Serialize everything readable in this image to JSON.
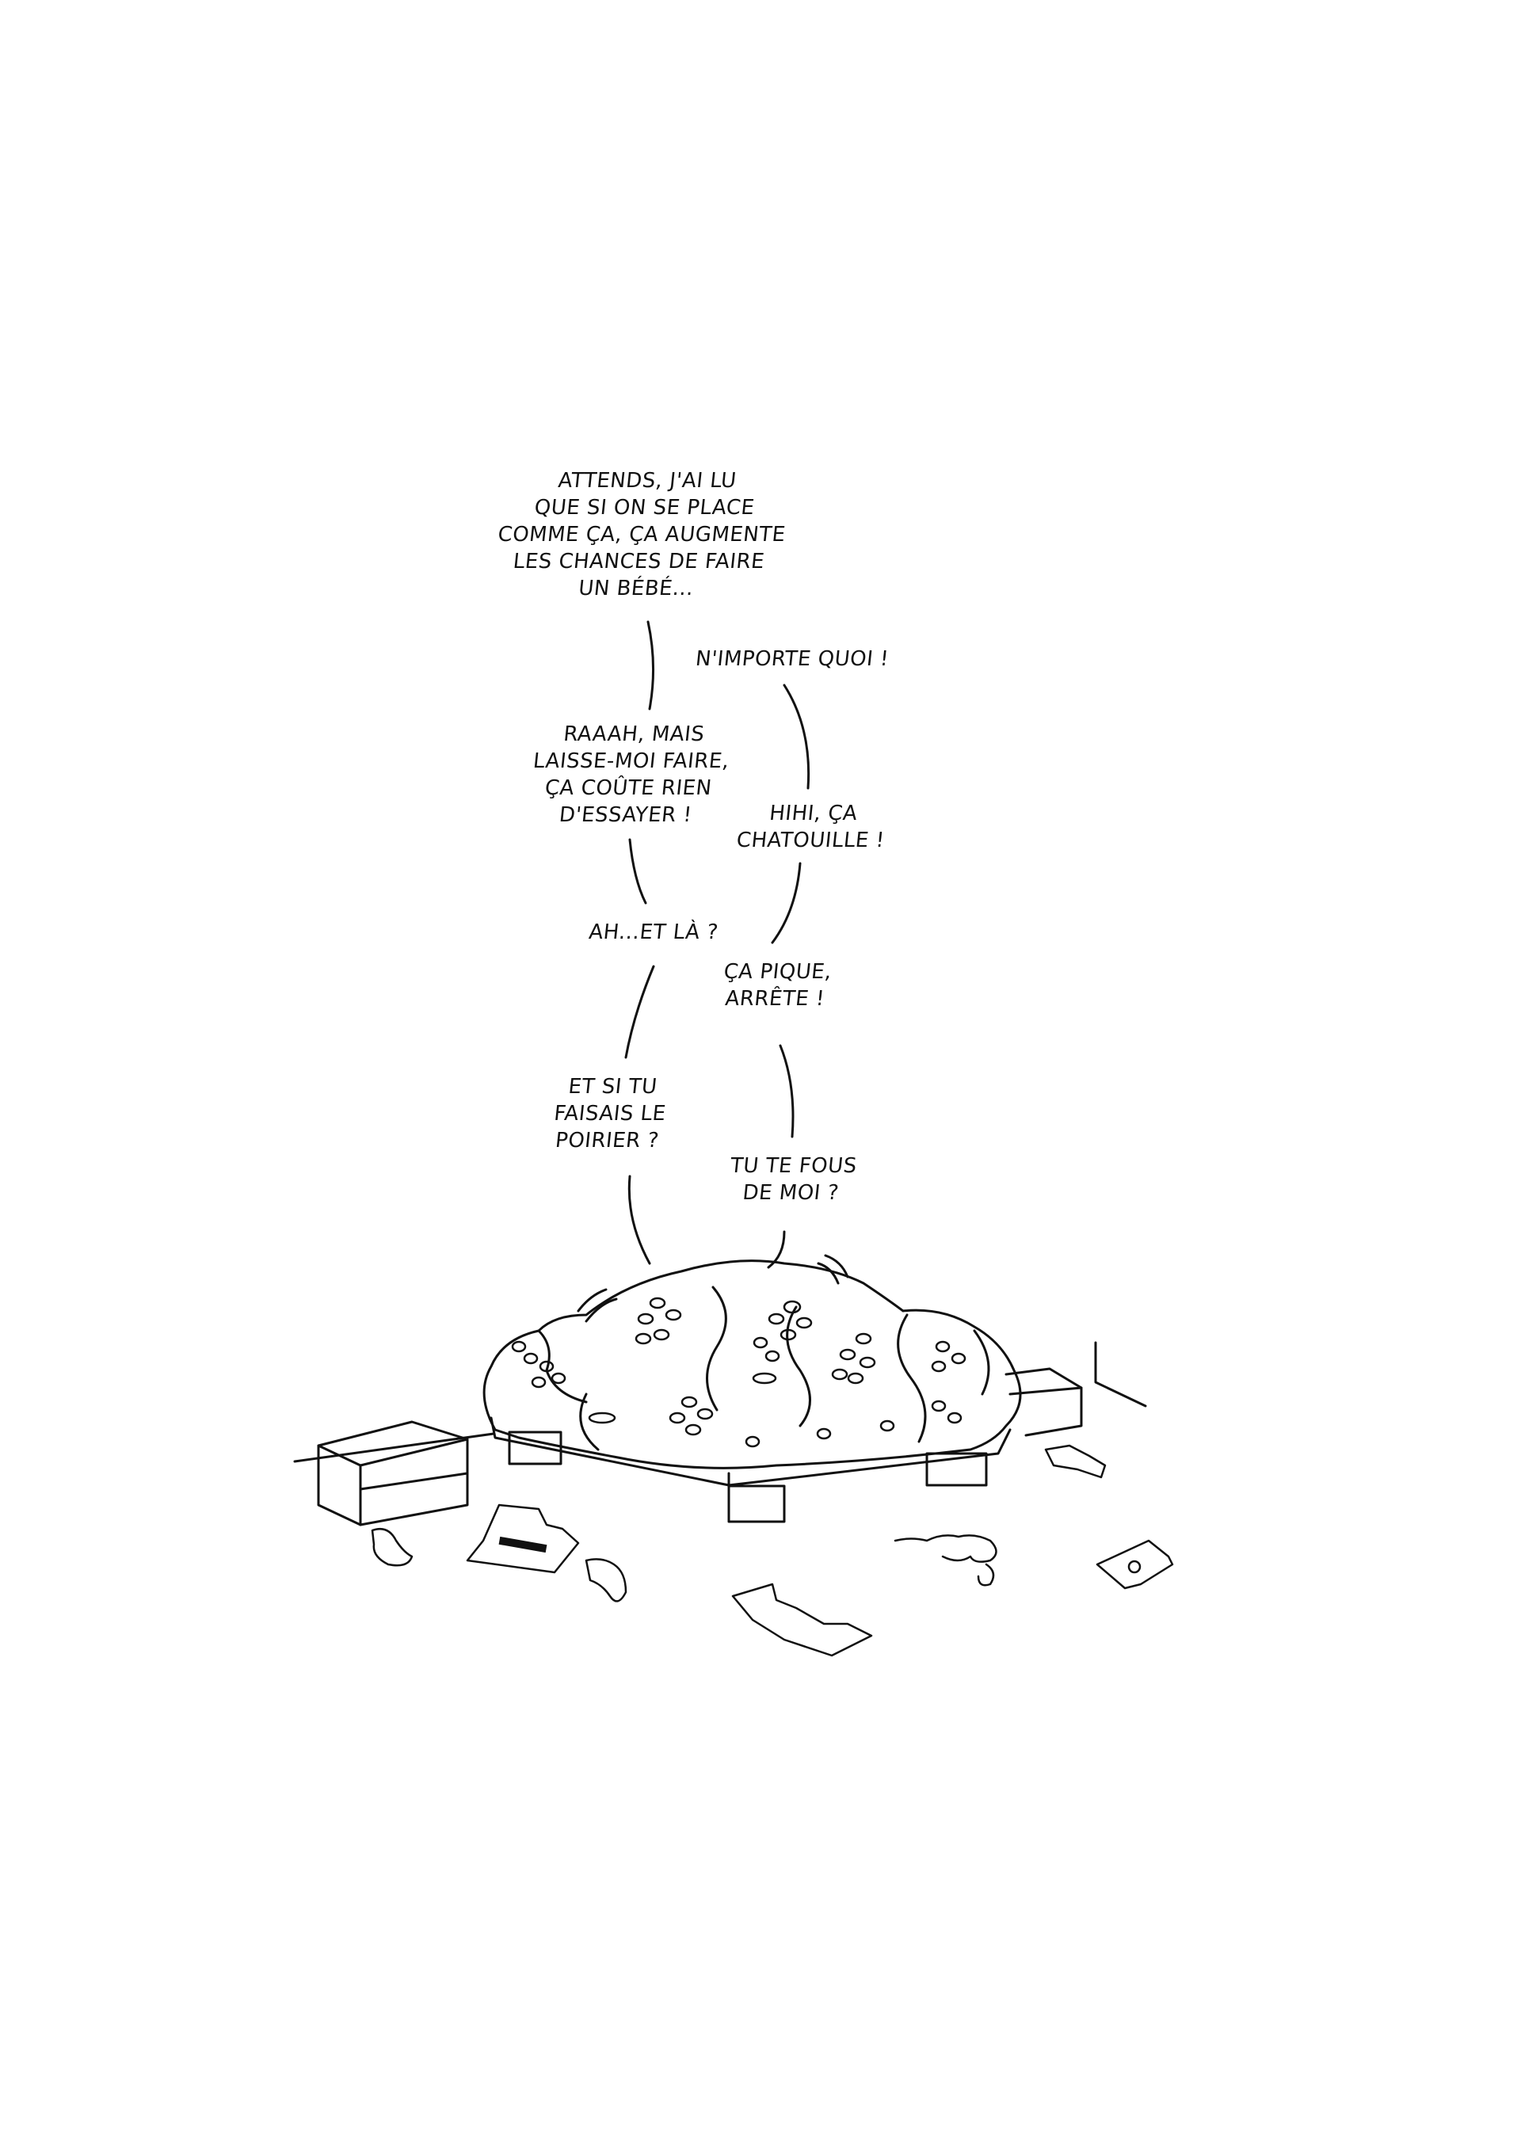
{
  "dialogue": [
    {
      "id": "b1",
      "text": "ATTENDS, J'AI LU\nQUE SI ON SE PLACE\nCOMME ÇA, ÇA AUGMENTE\nLES CHANCES DE FAIRE\nUN BÉBÉ..."
    },
    {
      "id": "b2",
      "text": "N'IMPORTE QUOI !"
    },
    {
      "id": "b3",
      "text": "RAAAH, MAIS\nLAISSE-MOI FAIRE,\nÇA COÛTE RIEN\nD'ESSAYER !"
    },
    {
      "id": "b4",
      "text": "HIHI, ÇA\nCHATOUILLE !"
    },
    {
      "id": "b5",
      "text": "AH...ET LÀ ?"
    },
    {
      "id": "b6",
      "text": "ÇA PIQUE,\nARRÊTE !"
    },
    {
      "id": "b7",
      "text": "ET SI TU\nFAISAIS LE\nPOIRIER ?"
    },
    {
      "id": "b8",
      "text": "TU TE FOUS\nDE MOI ?"
    }
  ],
  "colors": {
    "ink": "#111111",
    "paper": "#ffffff"
  }
}
